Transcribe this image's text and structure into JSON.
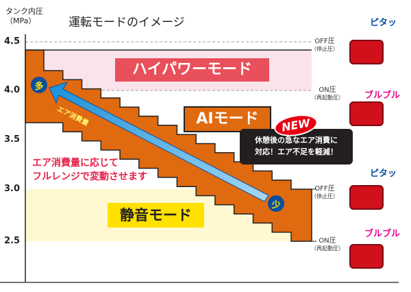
{
  "axis": {
    "title_line1": "タンク内圧",
    "title_line2": "（MPa）",
    "ticks": [
      "4.5",
      "4.0",
      "3.5",
      "3.0",
      "2.5"
    ]
  },
  "title": "運転モードのイメージ",
  "pressure_labels": [
    {
      "main": "OFF圧",
      "sub": "（停止圧）"
    },
    {
      "main": "ON圧",
      "sub": "（再起動圧）"
    },
    {
      "main": "OFF圧",
      "sub": "（停止圧）"
    },
    {
      "main": "ON圧",
      "sub": "（再起動圧）"
    }
  ],
  "modes": {
    "high": "ハイパワーモード",
    "ai": "AIモード",
    "quiet": "静音モード"
  },
  "callout": {
    "badge": "NEW",
    "line1": "休憩後の急なエア消費に",
    "line2": "対応！エア不足を軽減！"
  },
  "arrow_label": "エア消費量",
  "markers": {
    "many": "多",
    "few": "少"
  },
  "note": {
    "line1": "エア消費量に応じて",
    "line2": "フルレンジで変動させます"
  },
  "sounds": [
    "ピタッ",
    "ブルブル",
    "ピタッ",
    "ブルブル"
  ],
  "colors": {
    "orange": "#e06a10",
    "pink": "#fbe3ec",
    "yellow": "#fff8d0",
    "high": "#e8505b",
    "quiet": "#ffe100",
    "blue": "#0a4ea0"
  }
}
